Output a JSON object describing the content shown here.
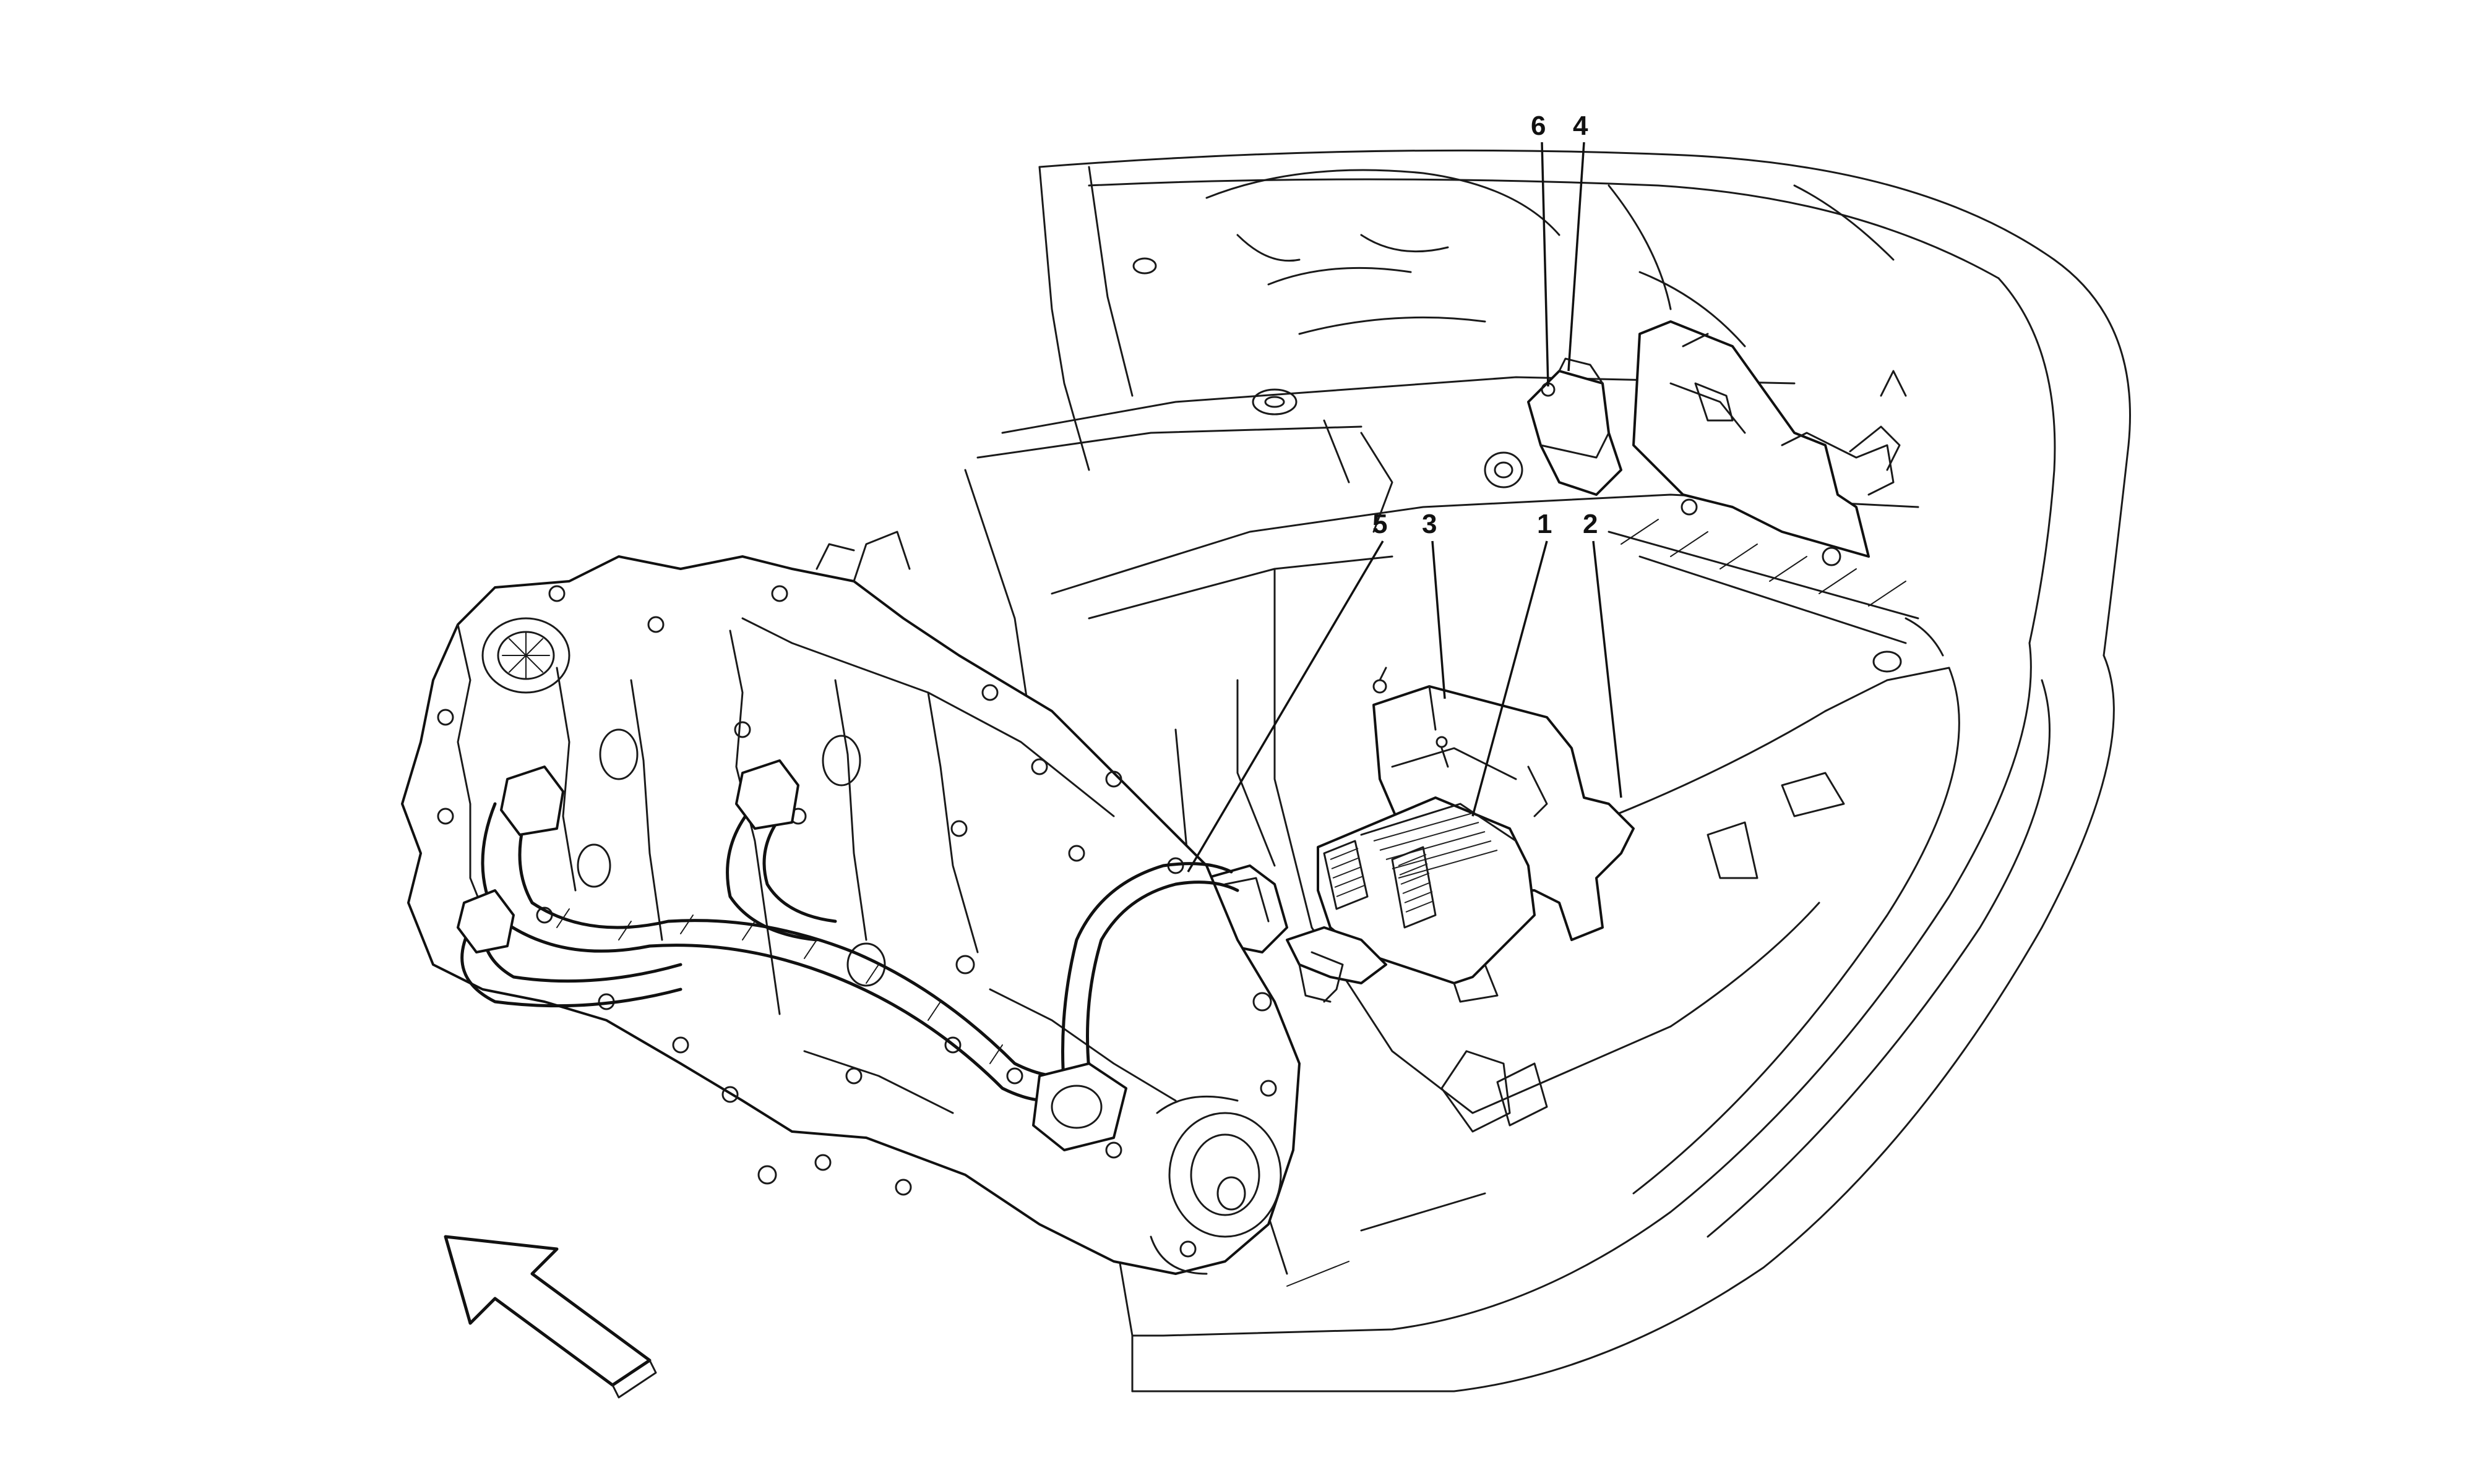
{
  "callouts": [
    {
      "id": "1",
      "label": "1"
    },
    {
      "id": "2",
      "label": "2"
    },
    {
      "id": "3",
      "label": "3"
    },
    {
      "id": "4",
      "label": "4"
    },
    {
      "id": "5",
      "label": "5"
    },
    {
      "id": "6",
      "label": "6"
    }
  ],
  "colors": {
    "line": "#111111",
    "background": "#ffffff"
  },
  "icons": {
    "orientation_arrow": "front-direction-arrow-icon"
  }
}
